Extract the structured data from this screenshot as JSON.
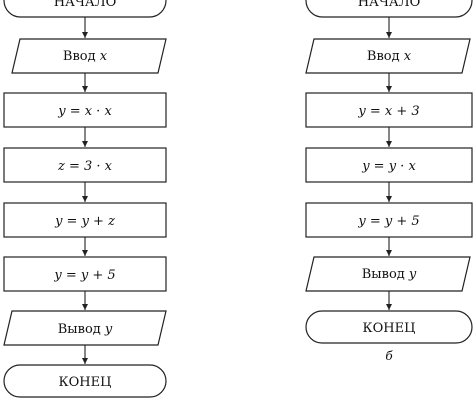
{
  "left": {
    "start": "НАЧАЛО",
    "input_word": "Ввод",
    "input_var": "x",
    "steps": [
      "y = x · x",
      "z = 3 · x",
      "y = y + z",
      "y = y + 5"
    ],
    "output_word": "Вывод",
    "output_var": "y",
    "end": "КОНЕЦ"
  },
  "right": {
    "start": "НАЧАЛО",
    "input_word": "Ввод",
    "input_var": "x",
    "steps": [
      "y = x + 3",
      "y = y · x",
      "y = y + 5"
    ],
    "output_word": "Вывод",
    "output_var": "y",
    "end": "КОНЕЦ",
    "caption": "б"
  }
}
